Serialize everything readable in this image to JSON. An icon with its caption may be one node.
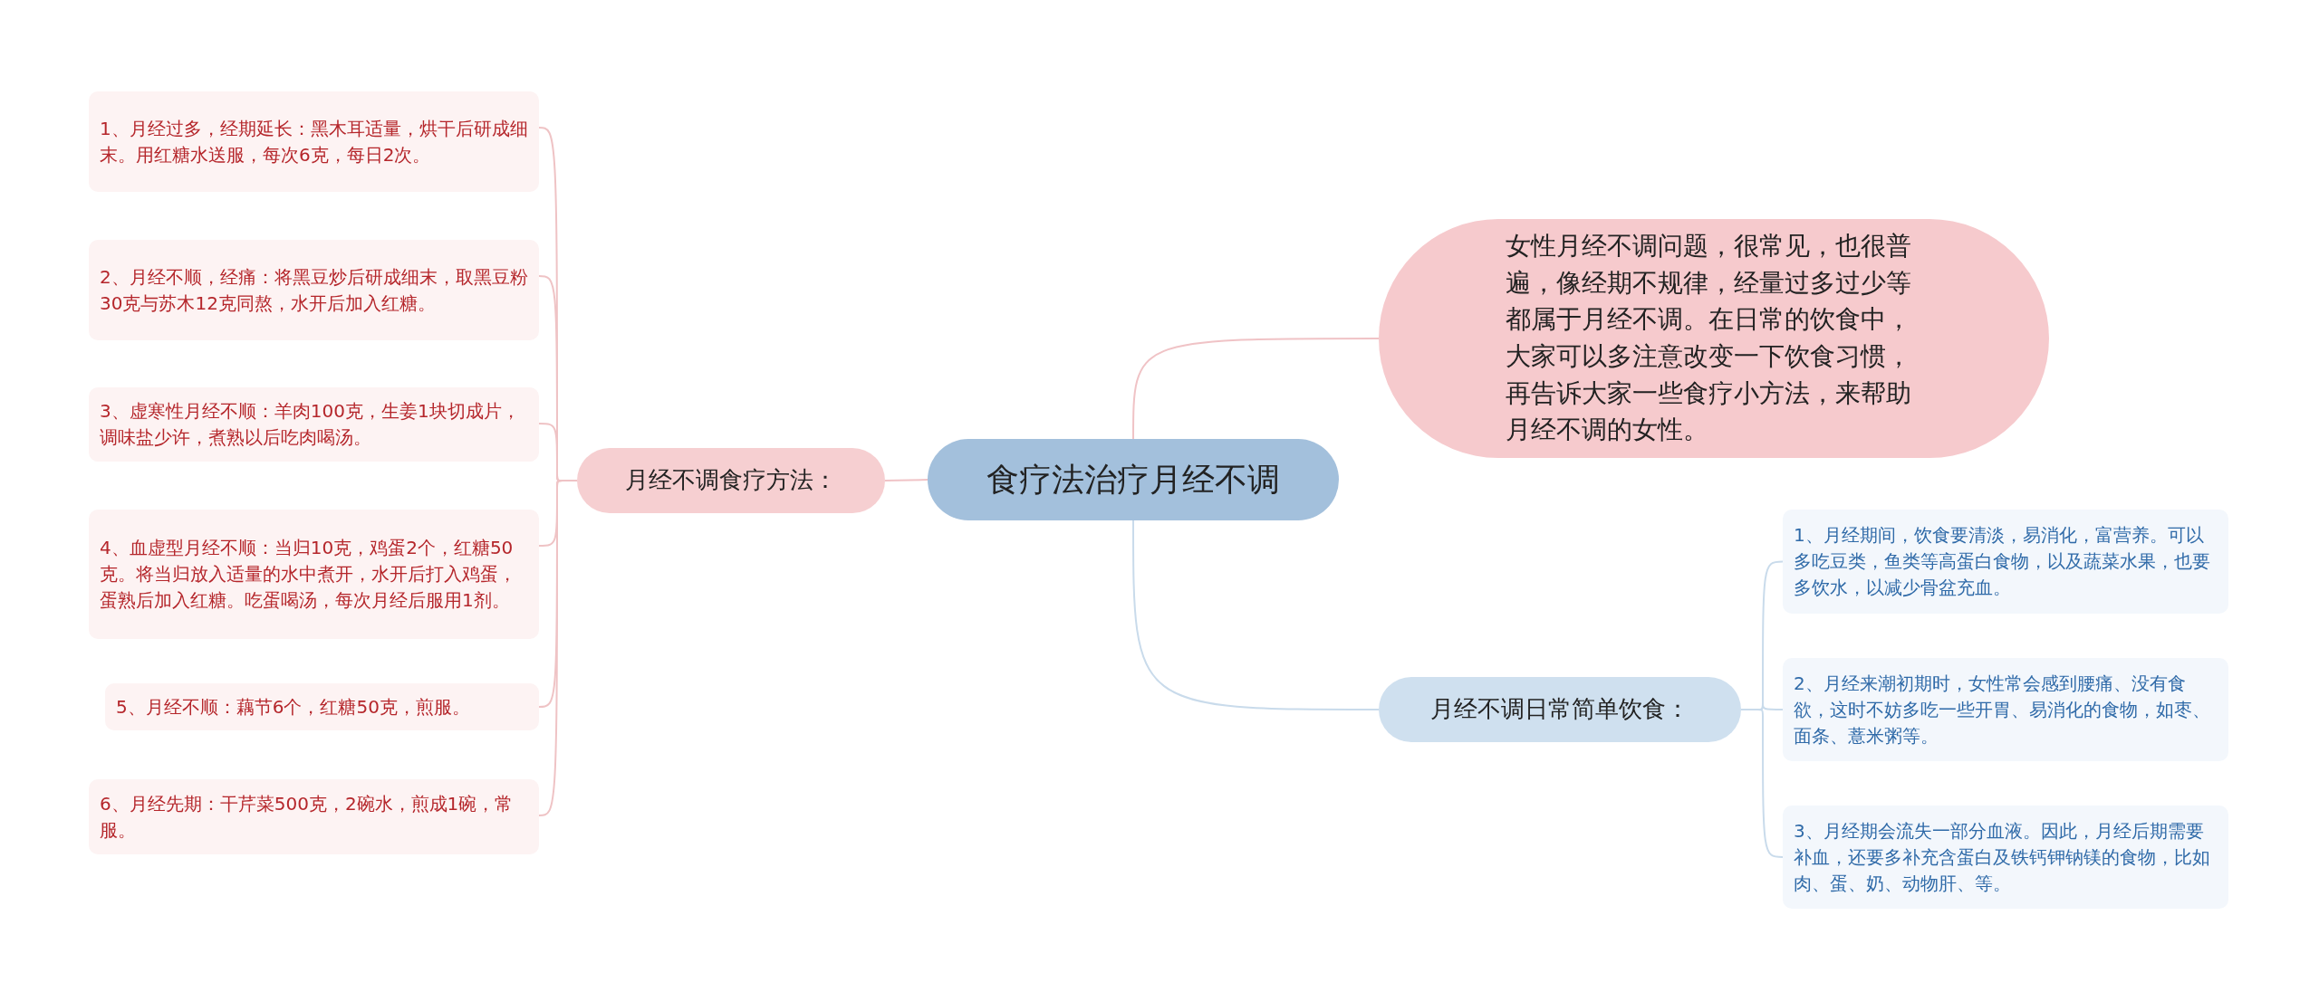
{
  "diagram": {
    "nodes": [
      {
        "text": [
          "食疗法治疗月经不调"
        ]
      },
      {
        "text": [
          "月经不调食疗方法："
        ]
      },
      {
        "text": [
          "1、月经过多，经期延长：黑木耳适量，烘干后研成细末。用红糖水送服，每次6克，每日2次。"
        ]
      },
      {
        "text": [
          "2、月经不顺，经痛：将黑豆炒后研成细末，取黑豆粉30克与苏木12克同熬，水开后加入红糖。"
        ]
      },
      {
        "text": [
          "3、虚寒性月经不顺：羊肉100克，生姜1块切成片，调味盐少许，煮熟以后吃肉喝汤。"
        ]
      },
      {
        "text": [
          "4、血虚型月经不顺：当归10克，鸡蛋2个，红糖50克。将当归放入适量的水中煮开，水开后打入鸡蛋，蛋熟后加入红糖。吃蛋喝汤，每次月经后服用1剂。"
        ]
      },
      {
        "text": [
          "5、月经不顺：藕节6个，红糖50克，煎服。"
        ]
      },
      {
        "text": [
          "6、月经先期：干芹菜500克，2碗水，煎成1碗，常服。"
        ]
      },
      {
        "text": [
          "女性月经不调问题，很常见，也很普遍，像经期不规律，经量过多过少等都属于月经不调。在日常的饮食中，大家可以多注意改变一下饮食习惯，再告诉大家一些食疗小方法，来帮助月经不调的女性。"
        ]
      },
      {
        "text": [
          "月经不调日常简单饮食："
        ]
      },
      {
        "text": [
          "1、月经期间，饮食要清淡，易消化，富营养。可以多吃豆类，鱼类等高蛋白食物，以及蔬菜水果，也要多饮水，以减少骨盆充血。"
        ]
      },
      {
        "text": [
          "2、月经来潮初期时，女性常会感到腰痛、没有食欲，这时不妨多吃一些开胃、易消化的食物，如枣、面条、薏米粥等。"
        ]
      },
      {
        "text": [
          "3、月经期会流失一部分血液。因此，月经后期需要补血，还要多补充含蛋白及铁钙钾钠镁的食物，比如肉、蛋、奶、动物肝、等。"
        ]
      }
    ],
    "edges": [
      {
        "from": 0,
        "to": 1,
        "arrow": "none"
      },
      {
        "from": 1,
        "to": 2,
        "arrow": "none"
      },
      {
        "from": 1,
        "to": 3,
        "arrow": "none"
      },
      {
        "from": 1,
        "to": 4,
        "arrow": "none"
      },
      {
        "from": 1,
        "to": 5,
        "arrow": "none"
      },
      {
        "from": 1,
        "to": 6,
        "arrow": "none"
      },
      {
        "from": 1,
        "to": 7,
        "arrow": "none"
      },
      {
        "from": 0,
        "to": 8,
        "arrow": "none"
      },
      {
        "from": 0,
        "to": 9,
        "arrow": "none",
        "color": "#c9dbeb"
      },
      {
        "from": 9,
        "to": 10,
        "arrow": "none",
        "color": "#c9dbeb"
      },
      {
        "from": 9,
        "to": 11,
        "arrow": "none",
        "color": "#c9dbeb"
      },
      {
        "from": 9,
        "to": 12,
        "arrow": "none",
        "color": "#c9dbeb"
      }
    ]
  }
}
